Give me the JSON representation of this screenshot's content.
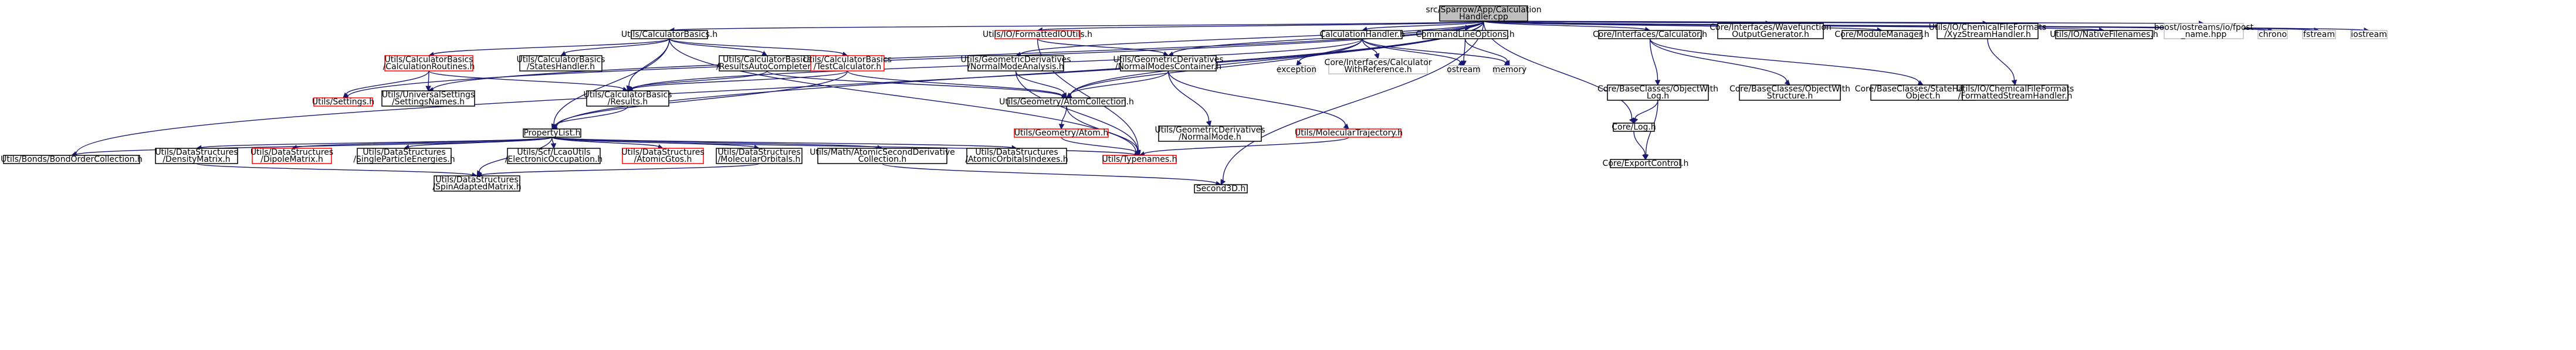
{
  "graph": {
    "colors": {
      "edge": "#191970",
      "node_border": "#000000",
      "node_border_missing": "#ff0000",
      "node_border_external": "#bfbfbf",
      "root_fill": "#bfbfbf",
      "node_fill": "#ffffff"
    },
    "nodes": [
      {
        "id": "root",
        "lines": [
          "src/Sparrow/App/Calculation",
          "Handler.cpp"
        ],
        "kind": "root"
      },
      {
        "id": "calcbasics",
        "lines": [
          "Utils/CalculatorBasics.h"
        ],
        "kind": "normal"
      },
      {
        "id": "formatted",
        "lines": [
          "Utils/IO/FormattedIOUtils.h"
        ],
        "kind": "missing"
      },
      {
        "id": "normalmode",
        "lines": [
          "Utils/GeometricDerivatives",
          "/NormalModeAnalysis.h"
        ],
        "kind": "normal"
      },
      {
        "id": "calchandler",
        "lines": [
          "CalculationHandler.h"
        ],
        "kind": "normal"
      },
      {
        "id": "cmdopts",
        "lines": [
          "CommandLineOptions.h"
        ],
        "kind": "normal"
      },
      {
        "id": "corecalc",
        "lines": [
          "Core/Interfaces/Calculator.h"
        ],
        "kind": "normal"
      },
      {
        "id": "wavefunction",
        "lines": [
          "Core/Interfaces/Wavefunction",
          "OutputGenerator.h"
        ],
        "kind": "normal"
      },
      {
        "id": "modulemgr",
        "lines": [
          "Core/ModuleManager.h"
        ],
        "kind": "normal"
      },
      {
        "id": "xyz",
        "lines": [
          "Utils/IO/ChemicalFileFormats",
          "/XyzStreamHandler.h"
        ],
        "kind": "normal"
      },
      {
        "id": "nativefn",
        "lines": [
          "Utils/IO/NativeFilenames.h"
        ],
        "kind": "normal"
      },
      {
        "id": "boostio",
        "lines": [
          "boost/iostreams/io/fpost",
          "_name.hpp"
        ],
        "kind": "external"
      },
      {
        "id": "chrono",
        "lines": [
          "chrono"
        ],
        "kind": "external"
      },
      {
        "id": "fstream",
        "lines": [
          "fstream"
        ],
        "kind": "external"
      },
      {
        "id": "iostream",
        "lines": [
          "iostream"
        ],
        "kind": "external"
      },
      {
        "id": "calcroutines",
        "lines": [
          "Utils/CalculatorBasics",
          "/CalculationRoutines.h"
        ],
        "kind": "missing"
      },
      {
        "id": "stateshandler",
        "lines": [
          "Utils/CalculatorBasics",
          "/StatesHandler.h"
        ],
        "kind": "normal"
      },
      {
        "id": "resultsauto",
        "lines": [
          "Utils/CalculatorBasics",
          "/ResultsAutoCompleter.h"
        ],
        "kind": "normal"
      },
      {
        "id": "testcalc",
        "lines": [
          "Utils/CalculatorBasics",
          "/TestCalculator.h"
        ],
        "kind": "missing"
      },
      {
        "id": "normalmodescont",
        "lines": [
          "Utils/GeometricDerivatives",
          "/NormalModesContainer.h"
        ],
        "kind": "normal"
      },
      {
        "id": "exception",
        "lines": [
          "exception"
        ],
        "kind": "external"
      },
      {
        "id": "calcwithref",
        "lines": [
          "Core/Interfaces/Calculator",
          "WithReference.h"
        ],
        "kind": "external"
      },
      {
        "id": "ostream",
        "lines": [
          "ostream"
        ],
        "kind": "external"
      },
      {
        "id": "memory",
        "lines": [
          "memory"
        ],
        "kind": "external"
      },
      {
        "id": "objwithlog",
        "lines": [
          "Core/BaseClasses/ObjectWith",
          "Log.h"
        ],
        "kind": "normal"
      },
      {
        "id": "objwithstruct",
        "lines": [
          "Core/BaseClasses/ObjectWith",
          "Structure.h"
        ],
        "kind": "normal"
      },
      {
        "id": "statehandable",
        "lines": [
          "Core/BaseClasses/StateHandable",
          "Object.h"
        ],
        "kind": "normal"
      },
      {
        "id": "formattedstream",
        "lines": [
          "Utils/IO/ChemicalFileFormats",
          "/FormattedStreamHandler.h"
        ],
        "kind": "normal"
      },
      {
        "id": "settings",
        "lines": [
          "Utils/Settings.h"
        ],
        "kind": "missing"
      },
      {
        "id": "universalsettings",
        "lines": [
          "Utils/UniversalSettings",
          "/SettingsNames.h"
        ],
        "kind": "normal"
      },
      {
        "id": "results",
        "lines": [
          "Utils/CalculatorBasics",
          "/Results.h"
        ],
        "kind": "normal"
      },
      {
        "id": "atomcoll",
        "lines": [
          "Utils/Geometry/AtomCollection.h"
        ],
        "kind": "normal"
      },
      {
        "id": "corelog",
        "lines": [
          "Core/Log.h"
        ],
        "kind": "normal"
      },
      {
        "id": "exportcontrol",
        "lines": [
          "Core/ExportControl.h"
        ],
        "kind": "normal"
      },
      {
        "id": "atom",
        "lines": [
          "Utils/Geometry/Atom.h"
        ],
        "kind": "missing"
      },
      {
        "id": "normalmodeh",
        "lines": [
          "Utils/GeometricDerivatives",
          "/NormalMode.h"
        ],
        "kind": "normal"
      },
      {
        "id": "moltraj",
        "lines": [
          "Utils/MolecularTrajectory.h"
        ],
        "kind": "missing"
      },
      {
        "id": "proplist",
        "lines": [
          "PropertyList.h"
        ],
        "kind": "normal"
      },
      {
        "id": "bondorder",
        "lines": [
          "Utils/Bonds/BondOrderCollection.h"
        ],
        "kind": "normal"
      },
      {
        "id": "density",
        "lines": [
          "Utils/DataStructures",
          "/DensityMatrix.h"
        ],
        "kind": "normal"
      },
      {
        "id": "dipole",
        "lines": [
          "Utils/DataStructures",
          "/DipoleMatrix.h"
        ],
        "kind": "missing"
      },
      {
        "id": "singleparticle",
        "lines": [
          "Utils/DataStructures",
          "/SingleParticleEnergies.h"
        ],
        "kind": "normal"
      },
      {
        "id": "electronic",
        "lines": [
          "Utils/Scf/LcaoUtils",
          "/ElectronicOccupation.h"
        ],
        "kind": "normal"
      },
      {
        "id": "atomicgtos",
        "lines": [
          "Utils/DataStructures",
          "/AtomicGtos.h"
        ],
        "kind": "missing"
      },
      {
        "id": "molorbitals",
        "lines": [
          "Utils/DataStructures",
          "/MolecularOrbitals.h"
        ],
        "kind": "normal"
      },
      {
        "id": "atomicsecond",
        "lines": [
          "Utils/Math/AtomicSecondDerivative",
          "Collection.h"
        ],
        "kind": "normal"
      },
      {
        "id": "atomicorbital",
        "lines": [
          "Utils/DataStructures",
          "/AtomicOrbitalsIndexes.h"
        ],
        "kind": "normal"
      },
      {
        "id": "typenames",
        "lines": [
          "Utils/Typenames.h"
        ],
        "kind": "missing"
      },
      {
        "id": "spinadapted",
        "lines": [
          "Utils/DataStructures",
          "/SpinAdaptedMatrix.h"
        ],
        "kind": "normal"
      },
      {
        "id": "second3d",
        "lines": [
          "Second3D.h"
        ],
        "kind": "normal"
      }
    ]
  }
}
